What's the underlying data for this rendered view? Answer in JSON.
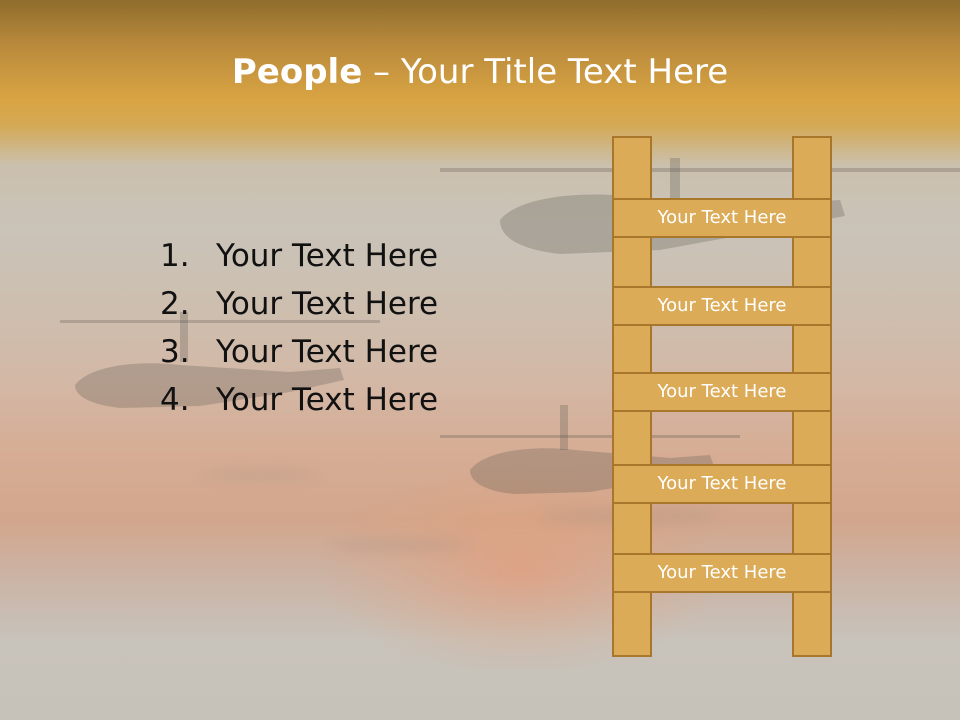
{
  "title": {
    "bold": "People",
    "rest": " – Your Title Text Here"
  },
  "list": [
    {
      "num": "1.",
      "text": "Your Text Here"
    },
    {
      "num": "2.",
      "text": "Your Text Here"
    },
    {
      "num": "3.",
      "text": "Your Text Here"
    },
    {
      "num": "4.",
      "text": "Your Text Here"
    }
  ],
  "ladder": {
    "rungs": [
      "Your Text Here",
      "Your Text Here",
      "Your Text Here",
      "Your Text Here",
      "Your Text Here"
    ],
    "fill_color": "#dcab58",
    "border_color": "#a8772c"
  },
  "background": {
    "description_colors": {
      "top": "#8f6d2c",
      "band": "#d9a443",
      "sky": "#c9c3b8",
      "sunset": "#d6ad95"
    }
  }
}
